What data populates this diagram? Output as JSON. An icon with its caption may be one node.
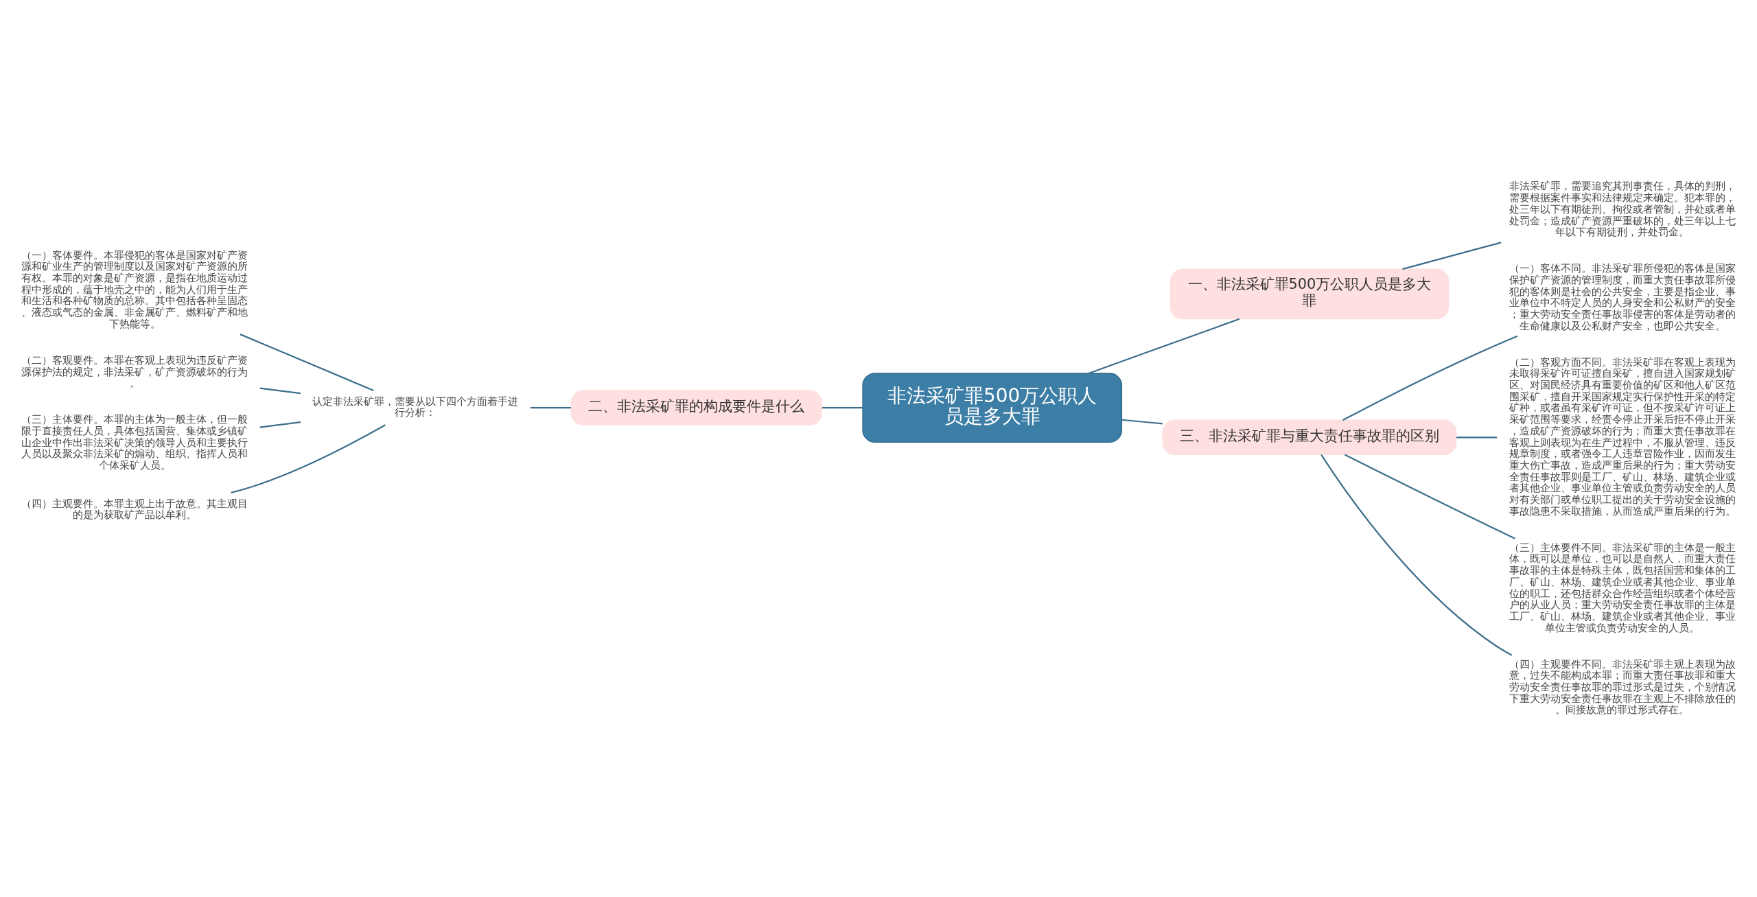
{
  "diagram": {
    "nodes": [
      {
        "text": [
          "非法采矿罪500万公职人员是多大罪"
        ]
      },
      {
        "text": [
          "一、非法采矿罪500万公职人员是多大罪"
        ]
      },
      {
        "text": [
          "非法采矿罪，需要追究其刑事责任，具体的判刑，需要根据案件事实和法律规定来确定。犯本罪的，处三年以下有期徒刑、拘役或者管制，并处或者单处罚金；造成矿产资源严重破坏的，处三年以上七年以下有期徒刑，并处罚金。"
        ]
      },
      {
        "text": [
          "二、非法采矿罪的构成要件是什么"
        ]
      },
      {
        "text": [
          "认定非法采矿罪，需要从以下四个方面着手进行分析："
        ]
      },
      {
        "text": [
          "（一）客体要件。本罪侵犯的客体是国家对矿产资源和矿业生产的管理制度以及国家对矿产资源的所有权。本罪的对象是矿产资源，是指在地质运动过程中形成的，蕴于地壳之中的，能为人们用于生产和生活和各种矿物质的总称。其中包括各种呈固态、液态或气态的金属、非金属矿产、燃料矿产和地下热能等。"
        ]
      },
      {
        "text": [
          "（二）客观要件。本罪在客观上表现为违反矿产资源保护法的规定，非法采矿，矿产资源破坏的行为。"
        ]
      },
      {
        "text": [
          "（三）主体要件。本罪的主体为一般主体，但一般限于直接责任人员，具体包括国营、集体或乡镇矿山企业中作出非法采矿决策的领导人员和主要执行人员以及聚众非法采矿的煽动、组织、指挥人员和个体采矿人员。"
        ]
      },
      {
        "text": [
          "（四）主观要件。本罪主观上出于故意。其主观目的是为获取矿产品以牟利。"
        ]
      },
      {
        "text": [
          "三、非法采矿罪与重大责任事故罪的区别"
        ]
      },
      {
        "text": [
          "（一）客体不同。非法采矿罪所侵犯的客体是国家保护矿产资源的管理制度，而重大责任事故罪所侵犯的客体则是社会的公共安全，主要是指企业、事业单位中不特定人员的人身安全和公私财产的安全；重大劳动安全责任事故罪侵害的客体是劳动者的生命健康以及公私财产安全，也即公共安全。"
        ]
      },
      {
        "text": [
          "（二）客观方面不同。非法采矿罪在客观上表现为未取得采矿许可证擅自采矿，擅自进入国家规划矿区、对国民经济具有重要价值的矿区和他人矿区范围采矿，擅自开采国家规定实行保护性开采的特定矿种，或者虽有采矿许可证，但不按采矿许可证上采矿范围等要求，经责令停止开采后拒不停止开采，造成矿产资源破坏的行为；而重大责任事故罪在客观上则表现为在生产过程中，不服从管理、违反规章制度，或者强令工人违章冒险作业，因而发生重大伤亡事故，造成严重后果的行为；重大劳动安全责任事故罪则是工厂、矿山、林场、建筑企业或者其他企业、事业单位主管或负责劳动安全的人员对有关部门或单位职工提出的关于劳动安全设施的事故隐患不采取措施，从而造成严重后果的行为。"
        ]
      },
      {
        "text": [
          "（三）主体要件不同。非法采矿罪的主体是一般主体，既可以是单位，也可以是自然人，而重大责任事故罪的主体是特殊主体，既包括国营和集体的工厂、矿山、林场、建筑企业或者其他企业、事业单位的职工，还包括群众合作经营组织或者个体经营户的从业人员；重大劳动安全责任事故罪的主体是工厂、矿山、林场、建筑企业或者其他企业、事业单位主管或负责劳动安全的人员。"
        ]
      },
      {
        "text": [
          "（四）主观要件不同。非法采矿罪主观上表现为故意，过失不能构成本罪；而重大责任事故罪和重大劳动安全责任事故罪的罪过形式是过失，个别情况下重大劳动安全责任事故罪在主观上不排除放任的、间接故意的罪过形式存在。"
        ]
      }
    ],
    "edges": [
      {
        "from": 0,
        "to": 1,
        "arrow": "none"
      },
      {
        "from": 1,
        "to": 2,
        "arrow": "none"
      },
      {
        "from": 0,
        "to": 3,
        "arrow": "none"
      },
      {
        "from": 3,
        "to": 4,
        "arrow": "none"
      },
      {
        "from": 4,
        "to": 5,
        "arrow": "none"
      },
      {
        "from": 4,
        "to": 6,
        "arrow": "none"
      },
      {
        "from": 4,
        "to": 7,
        "arrow": "none"
      },
      {
        "from": 4,
        "to": 8,
        "arrow": "none"
      },
      {
        "from": 0,
        "to": 9,
        "arrow": "none"
      },
      {
        "from": 9,
        "to": 10,
        "arrow": "none"
      },
      {
        "from": 9,
        "to": 11,
        "arrow": "none"
      },
      {
        "from": 9,
        "to": 12,
        "arrow": "none"
      },
      {
        "from": 9,
        "to": 13,
        "arrow": "none"
      }
    ]
  }
}
